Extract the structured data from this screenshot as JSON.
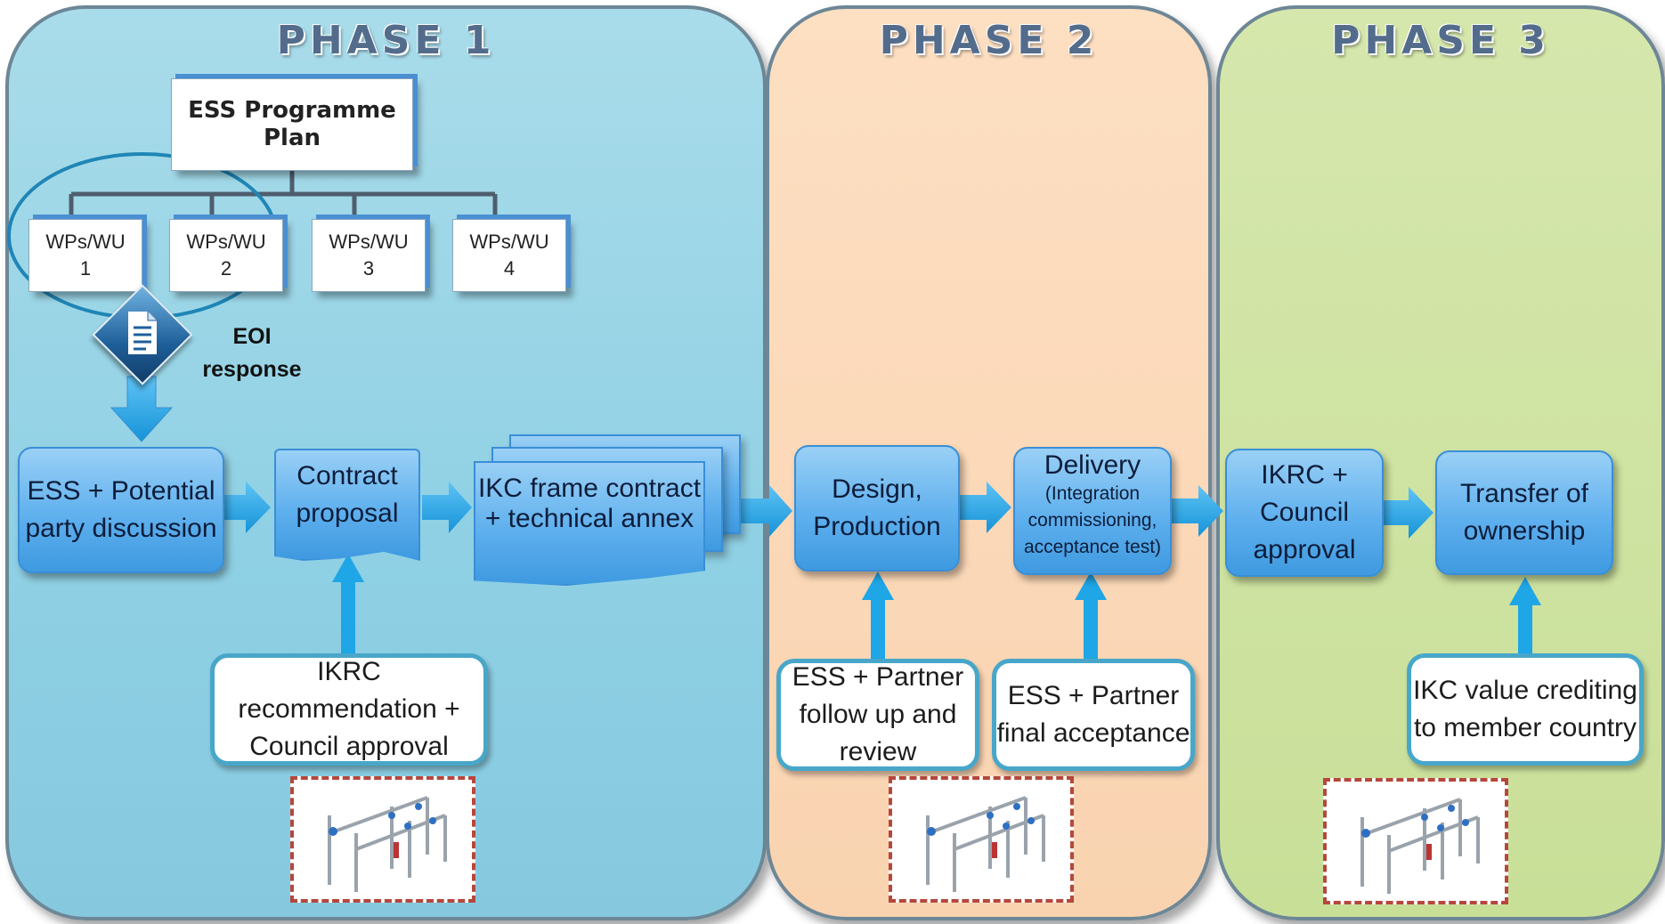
{
  "phases": [
    {
      "title": "PHASE 1"
    },
    {
      "title": "PHASE 2"
    },
    {
      "title": "PHASE 3"
    }
  ],
  "programme_plan": "ESS Programme Plan",
  "work_packages": [
    "WPs/WU\n1",
    "WPs/WU\n2",
    "WPs/WU\n3",
    "WPs/WU\n4"
  ],
  "eoi_response": "EOI response",
  "flow": {
    "ess_discussion": "ESS + Potential party discussion",
    "contract_proposal": "Contract proposal",
    "ikc_frame": "IKC frame contract + technical annex",
    "design_production": "Design, Production",
    "delivery_title": "Delivery",
    "delivery_detail": "(Integration commissioning, acceptance test)",
    "ikrc_council": "IKRC + Council approval",
    "transfer": "Transfer of ownership"
  },
  "inputs": {
    "ikrc_recommendation": "IKRC recommendation + Council approval",
    "partner_follow_up": "ESS + Partner follow up and review",
    "partner_final": "ESS + Partner final acceptance",
    "ikc_value": "IKC value crediting to member country"
  },
  "colors": {
    "phase1": "#8fd0e4",
    "phase2": "#f9d3b0",
    "phase3": "#c8df98",
    "flow_box": "#5fb0ee",
    "arrow": "#1fa6e6",
    "gate_border": "#b5473c"
  },
  "icons": [
    "document-icon",
    "turnstile-gate-icon"
  ]
}
